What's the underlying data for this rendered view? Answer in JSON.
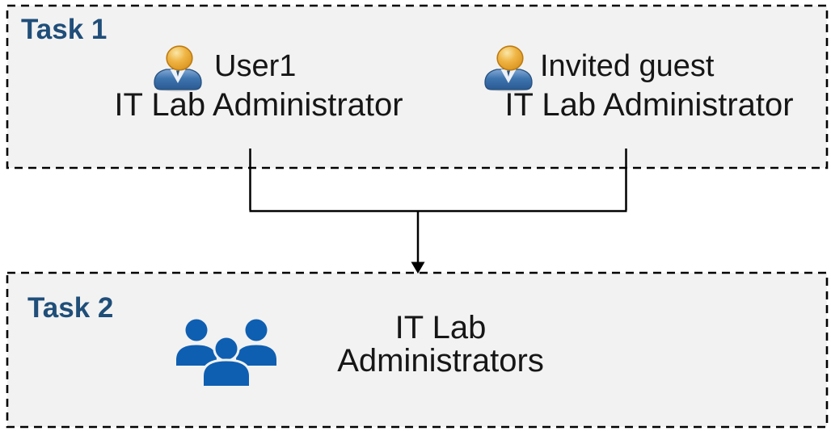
{
  "task1": {
    "label": "Task 1",
    "members": [
      {
        "name": "User1",
        "role": "IT Lab Administrator",
        "icon": "person-icon"
      },
      {
        "name": "Invited guest",
        "role": "IT Lab Administrator",
        "icon": "person-icon"
      }
    ]
  },
  "task2": {
    "label": "Task 2",
    "group_name": "IT Lab Administrators",
    "icon": "people-group-icon"
  },
  "colors": {
    "task_label_blue": "#1F4E79",
    "box_fill": "#F2F2F2",
    "box_border": "#000000",
    "connector": "#000000",
    "group_icon_blue": "#0E5FB2",
    "person_head_gold": "#EFB545",
    "person_body_blue": "#3E74AF",
    "text": "#161616"
  }
}
